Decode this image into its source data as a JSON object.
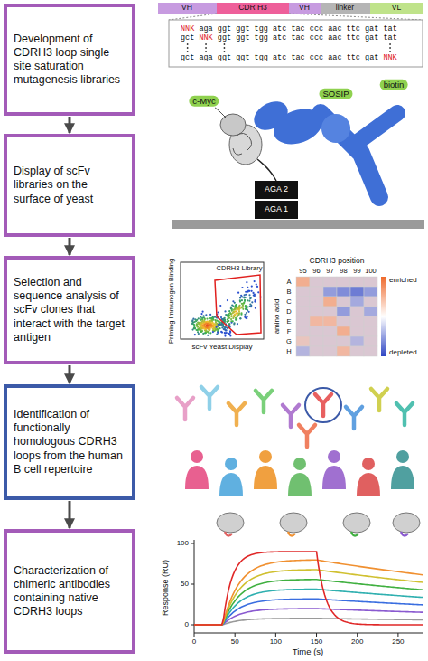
{
  "diagram": {
    "nodes": [
      {
        "text": [
          "Development of CDRH3 loop single site saturation mutagenesis libraries"
        ]
      },
      {
        "text": [
          "Display of scFv libraries on the surface of yeast"
        ]
      },
      {
        "text": [
          "Selection and sequence analysis of scFv clones that interact with the target antigen"
        ]
      },
      {
        "text": [
          "Identification of functionally homologous CDRH3 loops from the human B cell repertoire"
        ]
      },
      {
        "text": [
          "Characterization of chimeric antibodies containing native CDRH3 loops"
        ]
      }
    ],
    "edges": [
      {
        "from": 0,
        "to": 1,
        "arrow": "to"
      },
      {
        "from": 1,
        "to": 2,
        "arrow": "to"
      },
      {
        "from": 2,
        "to": 3,
        "arrow": "to"
      },
      {
        "from": 3,
        "to": 4,
        "arrow": "to"
      }
    ],
    "labels": [
      "VH",
      "CDR H3",
      "VH",
      "linker",
      "VL",
      "NNK",
      "aga ggt ggt tgg atc tac ccc aac ttc gat tat",
      "gct",
      "NNK",
      "ggt ggt tgg atc tac ccc aac ttc gat tat",
      "gct aga ggt ggt tgg atc tac ccc aac ttc gat",
      "NNK",
      "c-Myc",
      "SOSIP",
      "biotin",
      "AGA 2",
      "AGA 1",
      "CDRH3 Library",
      "Priming Immunogen Binding",
      "scFv Yeast Display",
      "CDRH3 position",
      "95",
      "96",
      "97",
      "98",
      "99",
      "100",
      "A",
      "B",
      "C",
      "D",
      "E",
      "F",
      "G",
      "H",
      "amino acid",
      "enriched",
      "depleted",
      "Response (RU)",
      "Time (s)",
      "100",
      "50",
      "0",
      "0",
      "50",
      "100",
      "150",
      "200",
      "250"
    ]
  }
}
